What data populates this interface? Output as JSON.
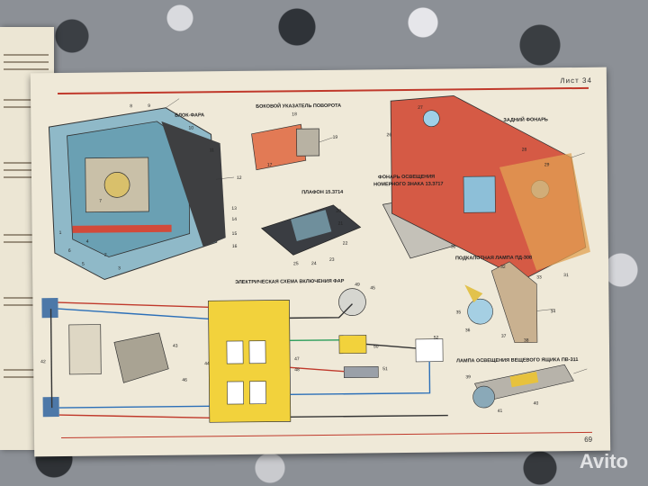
{
  "page": {
    "sheet_label": "Лист 34",
    "page_number": "69"
  },
  "captions": {
    "headlight": "БЛОК-ФАРА",
    "side_turn": "БОКОВОЙ УКАЗАТЕЛЬ ПОВОРОТА",
    "rear_light": "ЗАДНИЙ ФОНАРЬ",
    "ceiling_lamp": "ПЛАФОН 15.3714",
    "plate_light_1": "ФОНАРЬ ОСВЕЩЕНИЯ",
    "plate_light_2": "НОМЕРНОГО ЗНАКА 13.3717",
    "hood_lamp": "ПОДКАПОТНАЯ ЛАМПА ПД-308",
    "circuit": "ЭЛЕКТРИЧЕСКАЯ СХЕМА ВКЛЮЧЕНИЯ ФАР",
    "glovebox_lamp": "ЛАМПА ОСВЕЩЕНИЯ ВЕЩЕВОГО ЯЩИКА ПВ-311"
  },
  "numbers": [
    "1",
    "2",
    "3",
    "4",
    "5",
    "6",
    "7",
    "8",
    "9",
    "10",
    "11",
    "12",
    "13",
    "14",
    "15",
    "16",
    "17",
    "18",
    "19",
    "20",
    "21",
    "22",
    "23",
    "24",
    "25",
    "26",
    "27",
    "28",
    "29",
    "30",
    "31",
    "32",
    "33",
    "34",
    "35",
    "36",
    "37",
    "38",
    "39",
    "40",
    "41",
    "42",
    "43",
    "44",
    "45",
    "46",
    "47",
    "48",
    "49",
    "50",
    "51",
    "52"
  ],
  "watermark": "Avito",
  "colors": {
    "accent_red": "#c0392b",
    "wiring_yellow": "#f2d23c",
    "lens_blue": "#7fb7c9",
    "lamp_red": "#d9614a"
  }
}
